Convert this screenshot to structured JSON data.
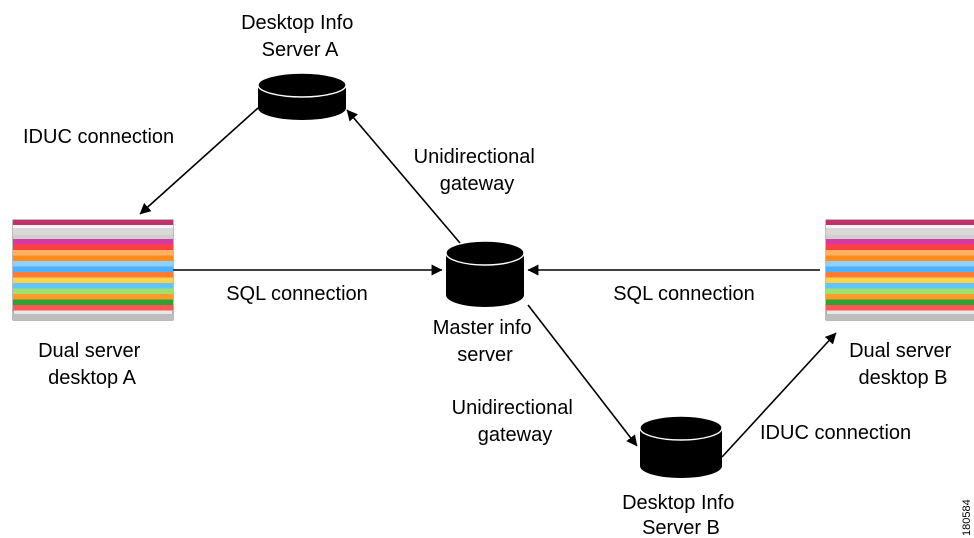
{
  "nodes": {
    "server_a": [
      "Desktop Info",
      "Server A"
    ],
    "server_b": [
      "Desktop Info",
      "Server B"
    ],
    "master": [
      "Master info",
      "server"
    ],
    "desktop_a": [
      "Dual server",
      "desktop A"
    ],
    "desktop_b": [
      "Dual server",
      "desktop B"
    ]
  },
  "edges": {
    "iduc_a": "IDUC connection",
    "iduc_b": "IDUC connection",
    "gateway_a": [
      "Unidirectional",
      "gateway"
    ],
    "gateway_b": [
      "Unidirectional",
      "gateway"
    ],
    "sql_a": "SQL connection",
    "sql_b": "SQL connection"
  },
  "figure_id": "180584",
  "colors": {
    "window_title_bar": "#c0306a",
    "row_colors": [
      "#d43aa0",
      "#ff4040",
      "#ffb060",
      "#ff8c1a",
      "#8fd0ff",
      "#4fb0ff",
      "#ff7a33",
      "#ffd24a",
      "#5fc4ff",
      "#a0e070",
      "#ff9a2a",
      "#30a030",
      "#ff5555"
    ]
  }
}
